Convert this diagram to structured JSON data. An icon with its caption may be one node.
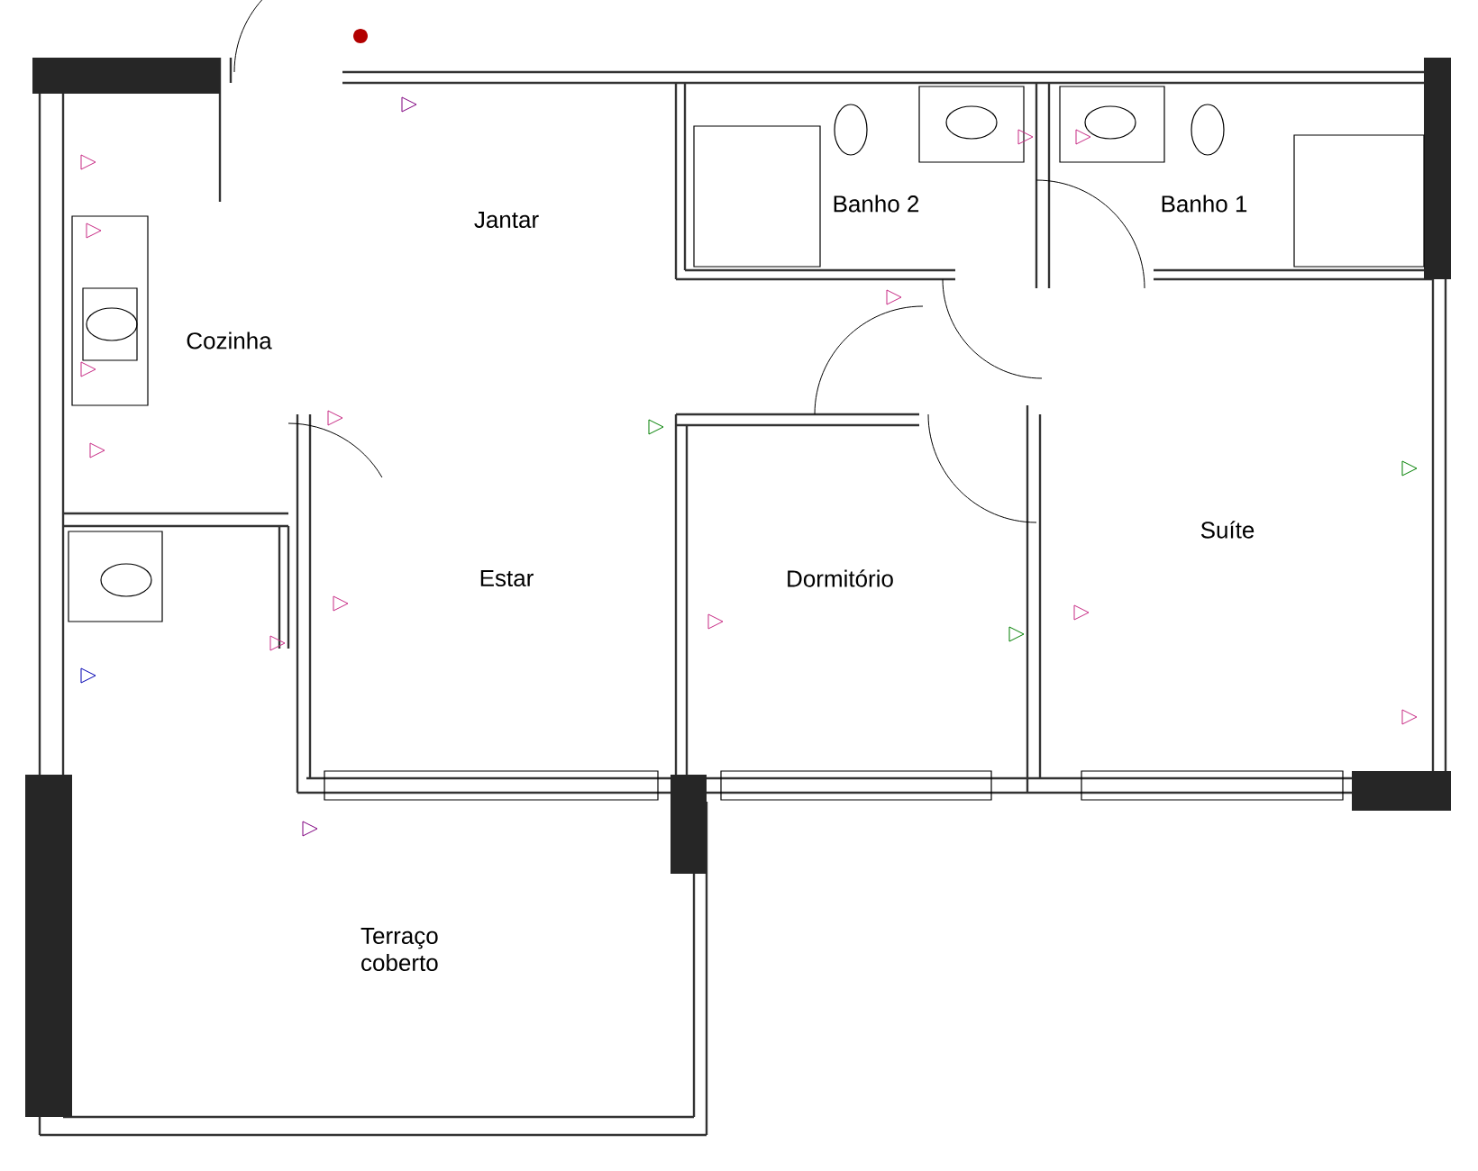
{
  "diagram": {
    "labels": [
      "Jantar",
      "Banho 2",
      "Banho 1",
      "Cozinha",
      "Suíte",
      "Estar",
      "Dormitório",
      "Terraço coberto"
    ]
  }
}
